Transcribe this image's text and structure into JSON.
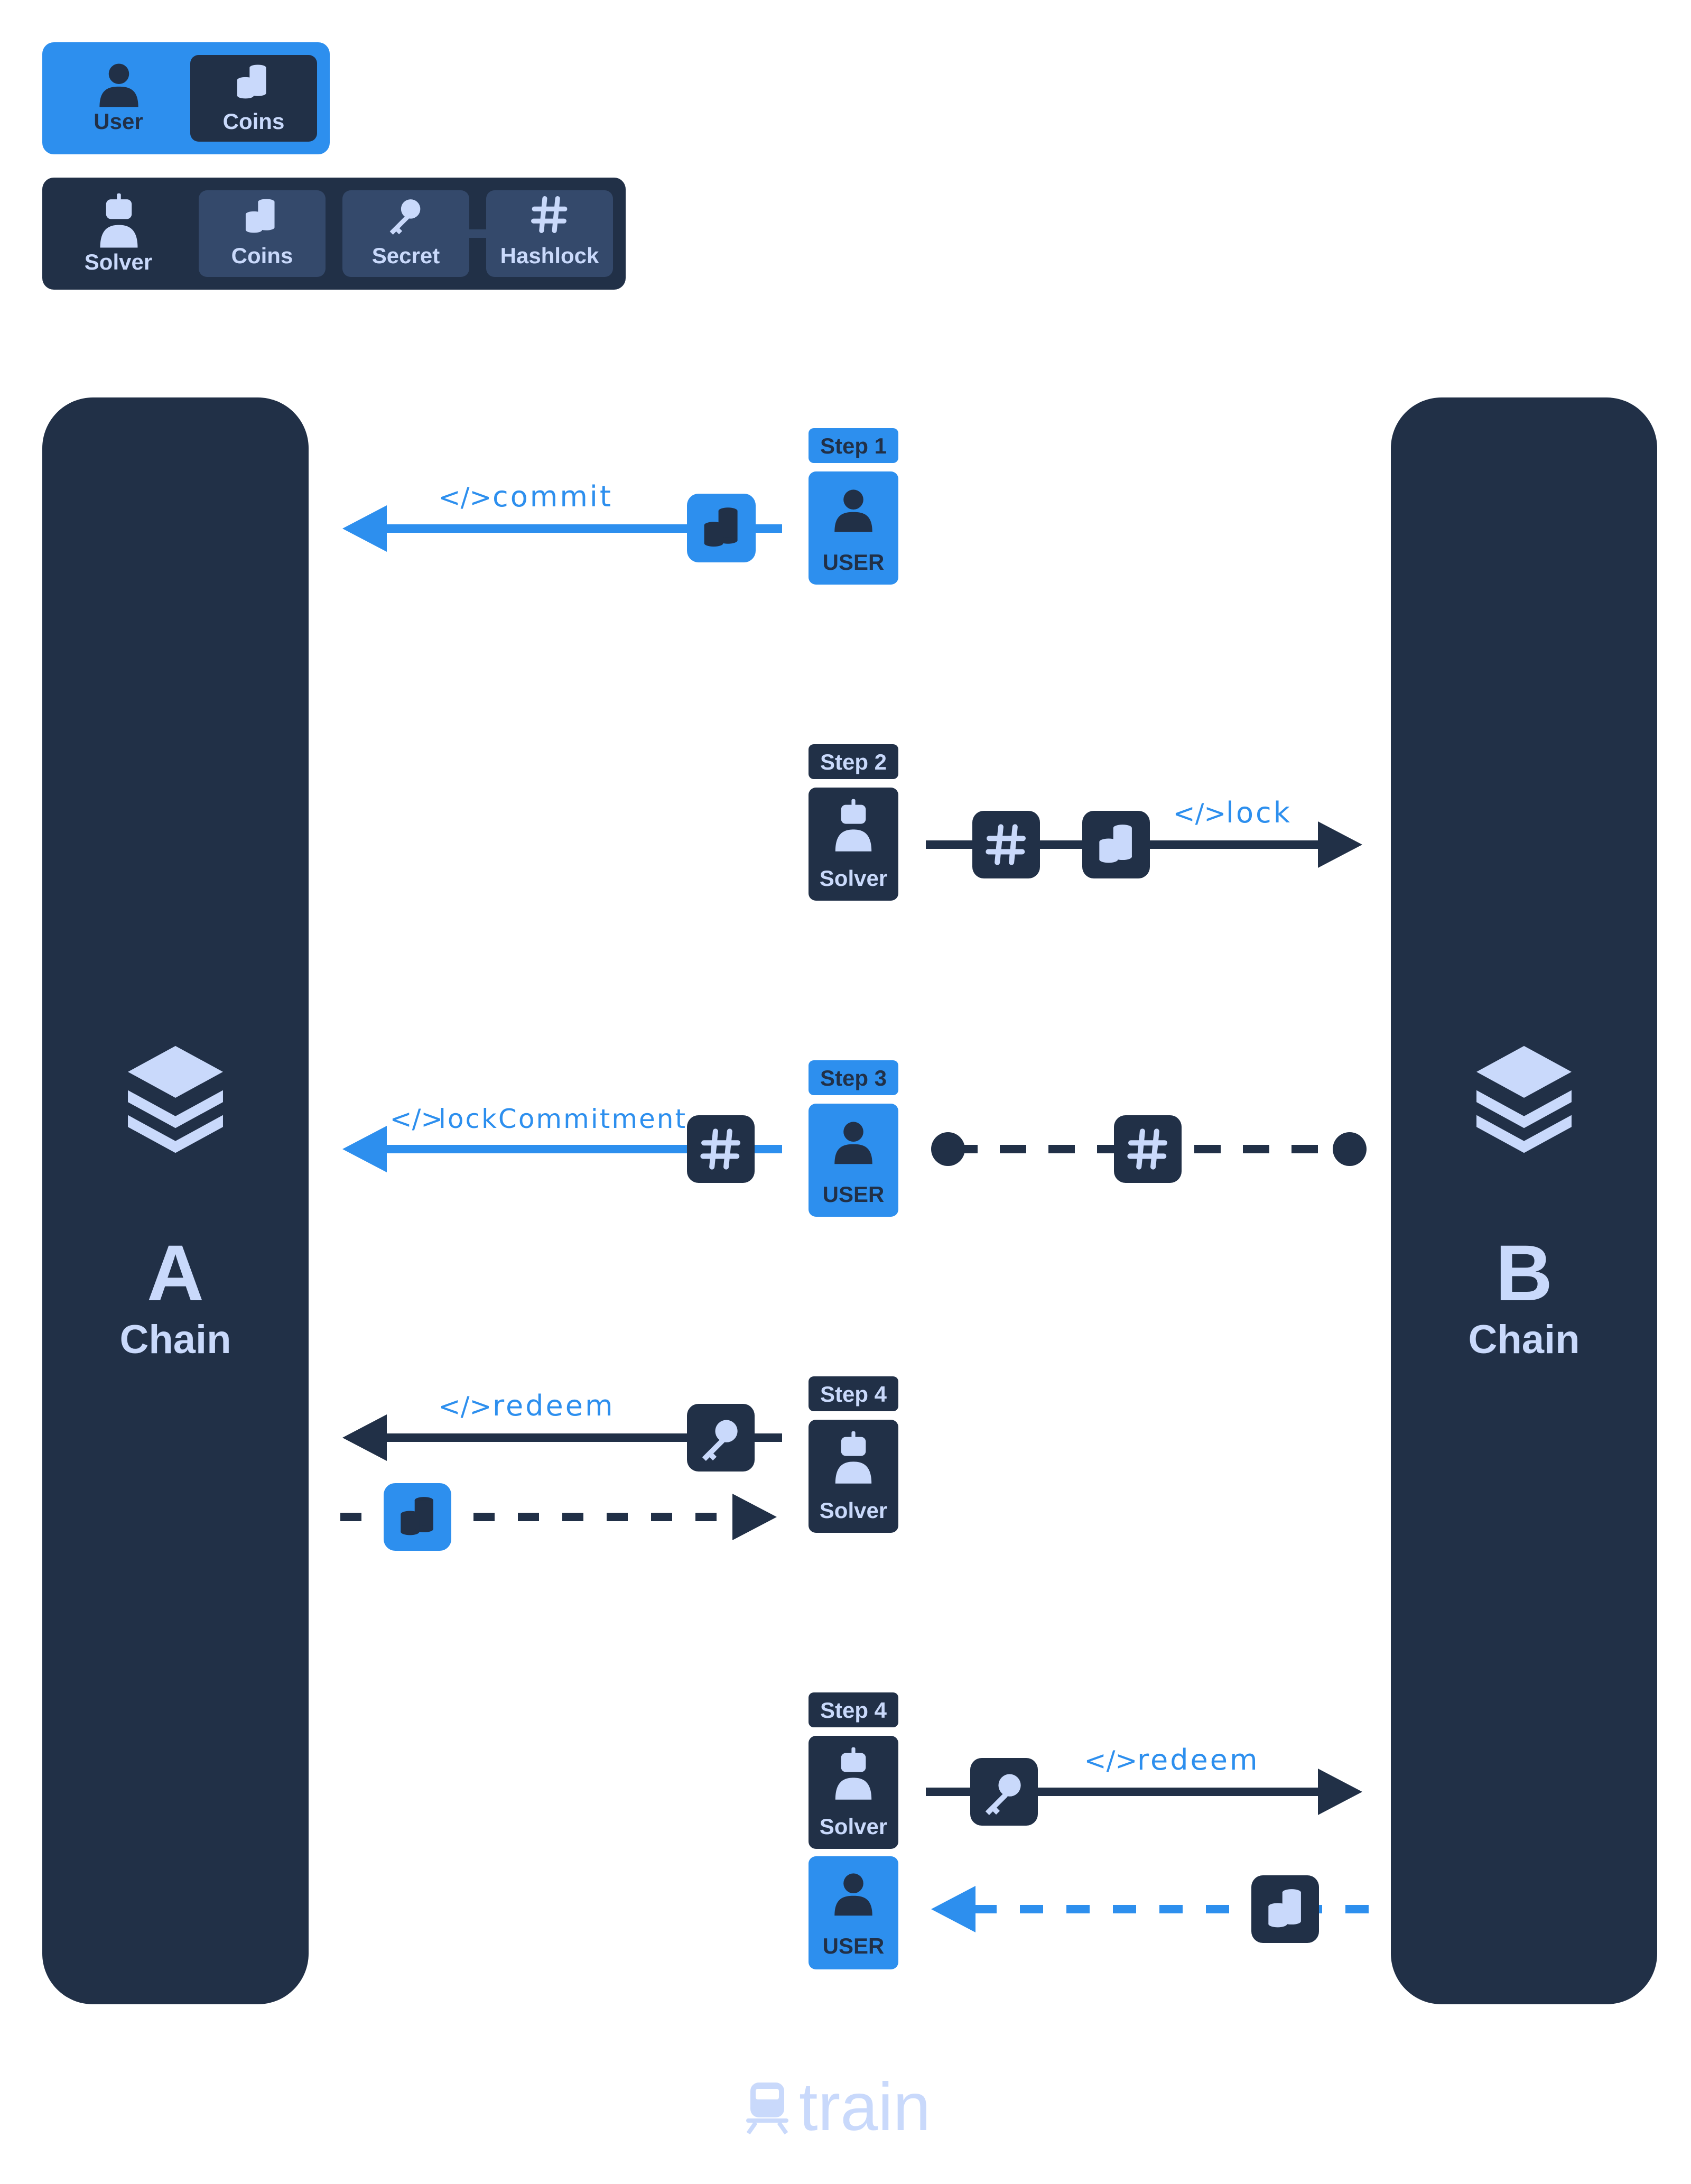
{
  "legend": {
    "user_panel": {
      "user_label": "User",
      "coins_label": "Coins"
    },
    "solver_panel": {
      "solver_label": "Solver",
      "coins_label": "Coins",
      "secret_label": "Secret",
      "hashlock_label": "Hashlock"
    }
  },
  "chain_a": {
    "letter": "A",
    "label": "Chain"
  },
  "chain_b": {
    "letter": "B",
    "label": "Chain"
  },
  "steps": [
    {
      "badge": "Step 1",
      "actor": "USER",
      "call": "commit"
    },
    {
      "badge": "Step 2",
      "actor": "Solver",
      "call": "lock"
    },
    {
      "badge": "Step 3",
      "actor": "USER",
      "call": "lockCommitment"
    },
    {
      "badge": "Step 4",
      "actor": "Solver",
      "call": "redeem"
    },
    {
      "badge": "Step 4",
      "actor": "Solver",
      "actor2": "USER",
      "call": "redeem"
    }
  ],
  "code_glyph": "</>",
  "brand": {
    "name": "train"
  },
  "icons": [
    "user-icon",
    "coins-icon",
    "robot-icon",
    "key-icon",
    "hashtag-icon",
    "layers-icon",
    "train-icon"
  ],
  "colors": {
    "navy": "#213047",
    "blue": "#2D8FEE",
    "light": "#C9D9FB",
    "tile": "#34496B",
    "brand": "#C9D9FB"
  }
}
